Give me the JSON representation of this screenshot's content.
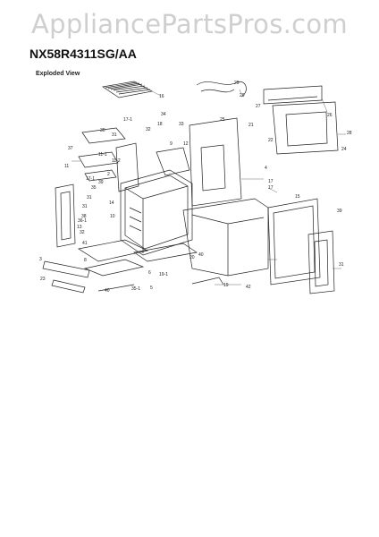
{
  "watermark": "AppliancePartsPros.com",
  "model": "NX58R4311SG/AA",
  "section_title": "Exploded View",
  "callouts": [
    "16",
    "29",
    "29",
    "28",
    "26",
    "24",
    "34",
    "17-1",
    "18",
    "27",
    "25",
    "37",
    "21",
    "22",
    "33",
    "30",
    "31",
    "32",
    "9",
    "12",
    "11-1",
    "11",
    "17-1",
    "17",
    "17",
    "2",
    "11-2",
    "39",
    "10",
    "4",
    "38",
    "31",
    "36-1",
    "13",
    "31",
    "14",
    "32",
    "15",
    "39",
    "35",
    "31",
    "40",
    "20",
    "41",
    "3",
    "8",
    "5",
    "6",
    "19-1",
    "19",
    "42",
    "23",
    "40",
    "35-1"
  ]
}
